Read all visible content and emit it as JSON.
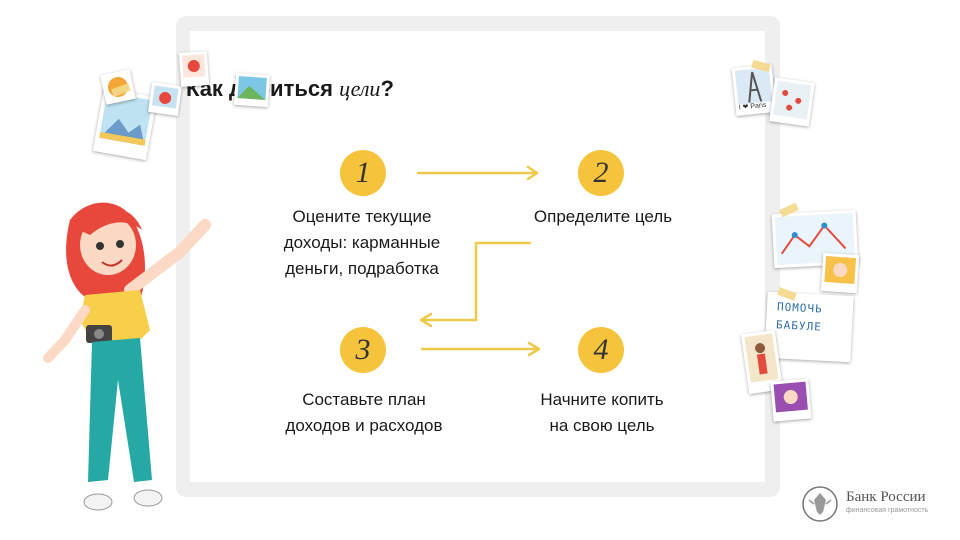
{
  "title": {
    "prefix": "Как добиться",
    "accent": "цели",
    "suffix": "?"
  },
  "steps": [
    {
      "number": "1",
      "text_lines": [
        "Оцените текущие",
        "доходы: карманные",
        "деньги, подработка"
      ]
    },
    {
      "number": "2",
      "text_lines": [
        "Определите цель"
      ]
    },
    {
      "number": "3",
      "text_lines": [
        "Составьте план",
        "доходов и расходов"
      ]
    },
    {
      "number": "4",
      "text_lines": [
        "Начните копить",
        "на свою цель"
      ]
    }
  ],
  "decor": {
    "photo_paris_text": "I ❤ Paris",
    "note_text_line1": "ПОМОЧЬ",
    "note_text_line2": "БАБУЛЕ"
  },
  "logo": {
    "name": "Банк России",
    "subtitle": "финансовая грамотность"
  },
  "colors": {
    "accent": "#f6c33c",
    "arrow": "#f0c94a",
    "card_border": "#efefef"
  }
}
